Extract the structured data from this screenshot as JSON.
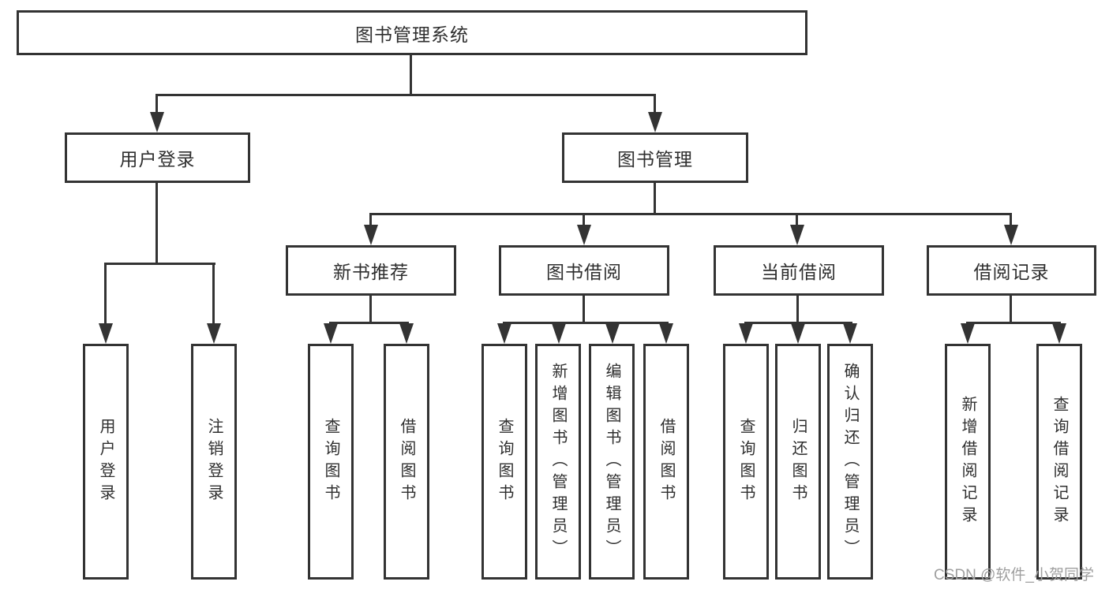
{
  "tree": {
    "root": {
      "label": "图书管理系统",
      "children": [
        {
          "label": "用户登录",
          "children": [
            {
              "label": "用户登录"
            },
            {
              "label": "注销登录"
            }
          ]
        },
        {
          "label": "图书管理",
          "children": [
            {
              "label": "新书推荐",
              "children": [
                {
                  "label": "查询图书"
                },
                {
                  "label": "借阅图书"
                }
              ]
            },
            {
              "label": "图书借阅",
              "children": [
                {
                  "label": "查询图书"
                },
                {
                  "label": "新增图书（管理员）"
                },
                {
                  "label": "编辑图书（管理员）"
                },
                {
                  "label": "借阅图书"
                }
              ]
            },
            {
              "label": "当前借阅",
              "children": [
                {
                  "label": "查询图书"
                },
                {
                  "label": "归还图书"
                },
                {
                  "label": "确认归还（管理员）"
                }
              ]
            },
            {
              "label": "借阅记录",
              "children": [
                {
                  "label": "新增借阅记录"
                },
                {
                  "label": "查询借阅记录"
                }
              ]
            }
          ]
        }
      ]
    }
  },
  "watermark": {
    "text": "CSDN @软件_小贺同学"
  },
  "colors": {
    "line": "#333333",
    "text": "#2f2f2f",
    "background": "#ffffff",
    "watermark": "#9f9f9f"
  }
}
